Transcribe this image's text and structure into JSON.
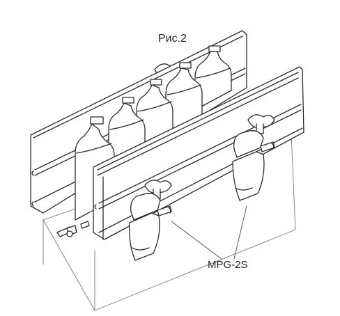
{
  "figure": {
    "title": "Рис.2",
    "callout_label": "MPG-2S"
  },
  "colors": {
    "line": "#2a2a2a",
    "thin": "#555555",
    "background": "#ffffff"
  },
  "content": {
    "bottle_count": 5,
    "clamp_count": 2,
    "rail_count": 2
  }
}
